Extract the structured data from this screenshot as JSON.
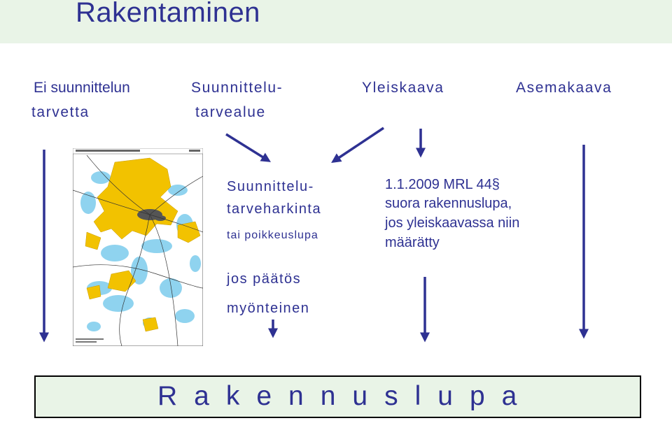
{
  "title": "Rakentaminen",
  "columns": {
    "no_planning": {
      "line1": "Ei suunnittelun",
      "line2": "tarvetta"
    },
    "planning_area": {
      "line1": "Suunnittelu-",
      "line2": "tarvealue"
    },
    "general_plan": {
      "label": "Yleiskaava"
    },
    "detailed_plan": {
      "label": "Asemakaava"
    }
  },
  "middle": {
    "assessment_line1": "Suunnittelu-",
    "assessment_line2": "tarveharkinta",
    "exception": "tai poikkeuslupa",
    "decision_line1": "jos päätös",
    "decision_line2": "myönteinen"
  },
  "law": {
    "line1": "1.1.2009 MRL 44§",
    "line2": "suora rakennuslupa,",
    "line3": "jos yleiskaavassa niin",
    "line4": "määrätty"
  },
  "result": {
    "label": "Rakennuslupa"
  },
  "colors": {
    "text": "#2e3192",
    "band": "#e9f4e7",
    "map_yellow": "#f2c200",
    "map_water": "#8fd3ef"
  }
}
